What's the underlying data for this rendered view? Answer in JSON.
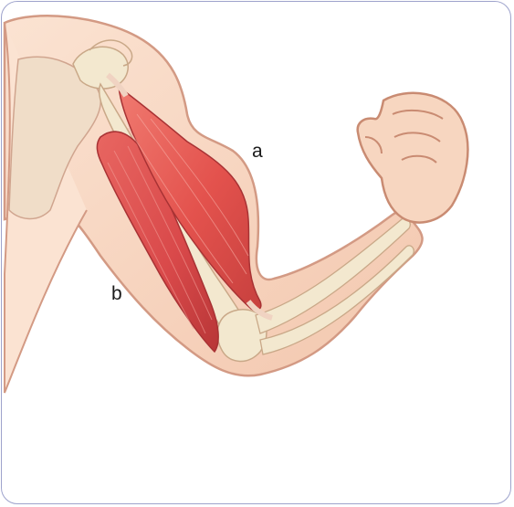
{
  "labels": {
    "a": "a",
    "b": "b"
  },
  "colors": {
    "frame": "#9ea3cc",
    "skin": "#f7d6c0",
    "skin_outline": "#d39a84",
    "bone": "#f3e8cf",
    "muscle": "#e85a55",
    "muscle_dark": "#c8403f",
    "tendon": "#f0d3c2"
  },
  "icons": [
    "arm-muscle-illustration"
  ]
}
